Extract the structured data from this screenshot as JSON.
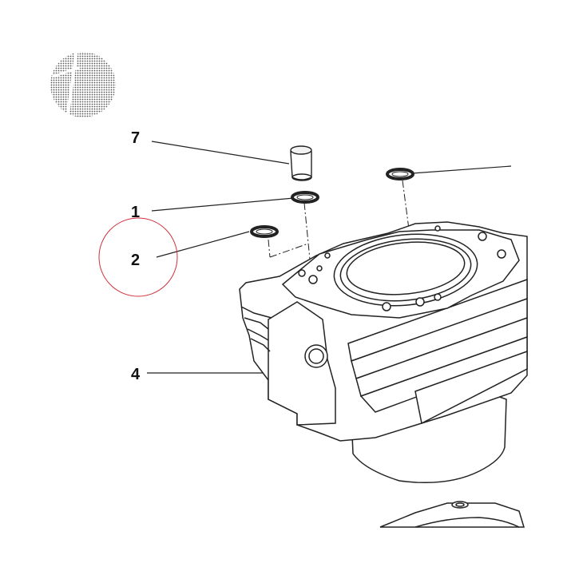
{
  "callouts": {
    "c7": "7",
    "c1": "1",
    "c2": "2",
    "c4": "4"
  },
  "highlight_color": "#d0323c",
  "icons": [
    "halftone-logo-icon"
  ]
}
